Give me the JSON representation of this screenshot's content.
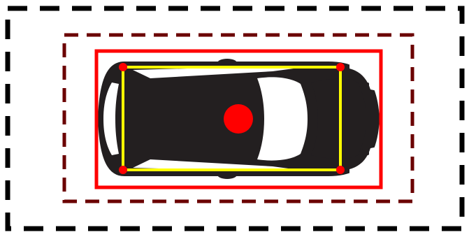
{
  "diagram": {
    "type": "vehicle-bounding-regions",
    "regions": [
      {
        "name": "outer-region",
        "line_style": "dashed",
        "color": "#000000"
      },
      {
        "name": "safety-margin-region",
        "line_style": "dashed",
        "color": "#6b0000"
      },
      {
        "name": "vehicle-bounding-box",
        "line_style": "solid",
        "color": "#ff0000"
      },
      {
        "name": "wheelbase-box",
        "line_style": "solid",
        "color": "#ffff00"
      }
    ],
    "markers": {
      "center_point_color": "#ff0000",
      "corner_points_color": "#ff0000",
      "corner_count": 4
    },
    "vehicle": {
      "view": "top-down",
      "body_color": "#231f20",
      "glass_color": "#ffffff"
    }
  }
}
